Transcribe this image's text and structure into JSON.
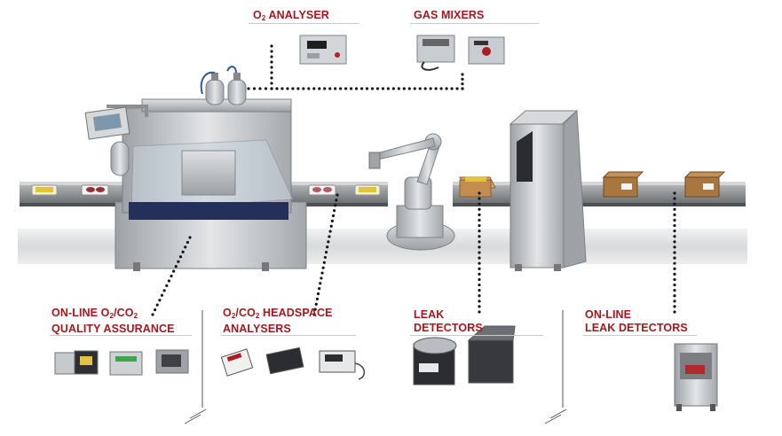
{
  "labels": {
    "o2_analyser": {
      "pre": "O",
      "sub": "2",
      "post": " ANALYSER"
    },
    "gas_mixers": "GAS MIXERS",
    "online_qa": {
      "line1_pre": "ON-LINE O",
      "sub1": "2",
      "line1_mid": "/CO",
      "sub2": "2",
      "line2": "QUALITY ASSURANCE"
    },
    "headspace": {
      "line1_pre": "O",
      "sub1": "2",
      "line1_mid": "/CO",
      "sub2": "2",
      "line1_post": " HEADSPACE",
      "line2": "ANALYSERS"
    },
    "leak": {
      "line1": "LEAK",
      "line2": "DETECTORS"
    },
    "online_leak": {
      "line1": "ON-LINE",
      "line2": "LEAK DETECTORS"
    }
  },
  "colors": {
    "label_red": "#a8171b",
    "steel": "#b8bcc0",
    "belt": "#8a8d90",
    "floor": "#e6e7e8"
  },
  "icons": [
    "o2-analyser-device-icon",
    "gas-mixer-device-icon",
    "analyser-unit-icon",
    "handheld-analyser-icon",
    "leak-detector-chamber-icon",
    "online-leak-tester-icon",
    "packaging-machine-icon",
    "robot-arm-icon",
    "xray-tunnel-icon",
    "gas-cylinder-icon",
    "food-tray-icon",
    "cardboard-box-icon"
  ]
}
